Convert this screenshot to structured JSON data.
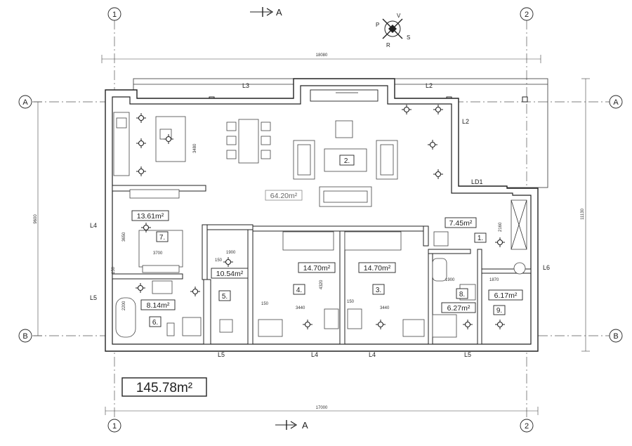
{
  "axes": {
    "col_left": "1",
    "col_right": "2",
    "row_top": "A",
    "row_bottom": "B"
  },
  "section_marker": "A",
  "compass": {
    "letters": [
      "V",
      "P",
      "R",
      "S"
    ]
  },
  "dimensions": {
    "top_overall": "18080",
    "bottom_overall": "17000",
    "left_overall": "9600",
    "right_overall": "11130",
    "living_height": "3480",
    "room7_width": "3700",
    "room7_height": "3650",
    "room4_width": "3440",
    "room3_width": "3440",
    "room4_height": "4320",
    "wall_150_a": "150",
    "wall_150_b": "150",
    "wall_150_c": "150",
    "wall_150_d": "150",
    "room5_width": "1900",
    "room8_width": "1900",
    "room9_width": "1870",
    "room1_height": "2160",
    "room6_height": "2200"
  },
  "windows": {
    "top_left": "L3",
    "top_right": "L2",
    "right_upper": "L2",
    "door_right": "LD1",
    "left_upper": "L4",
    "left_lower": "L5",
    "right_lower": "L6",
    "bottom_1": "L5",
    "bottom_2": "L4",
    "bottom_3": "L4",
    "bottom_4": "L5"
  },
  "rooms": [
    {
      "number": "1.",
      "area": "7.45m²"
    },
    {
      "number": "2.",
      "area": "64.20m²"
    },
    {
      "number": "3.",
      "area": "14.70m²"
    },
    {
      "number": "4.",
      "area": "14.70m²"
    },
    {
      "number": "5.",
      "area": "10.54m²"
    },
    {
      "number": "6.",
      "area": "8.14m²"
    },
    {
      "number": "7.",
      "area": "13.61m²"
    },
    {
      "number": "8.",
      "area": "6.27m²"
    },
    {
      "number": "9.",
      "area": "6.17m²"
    }
  ],
  "total_area": "145.78m²"
}
